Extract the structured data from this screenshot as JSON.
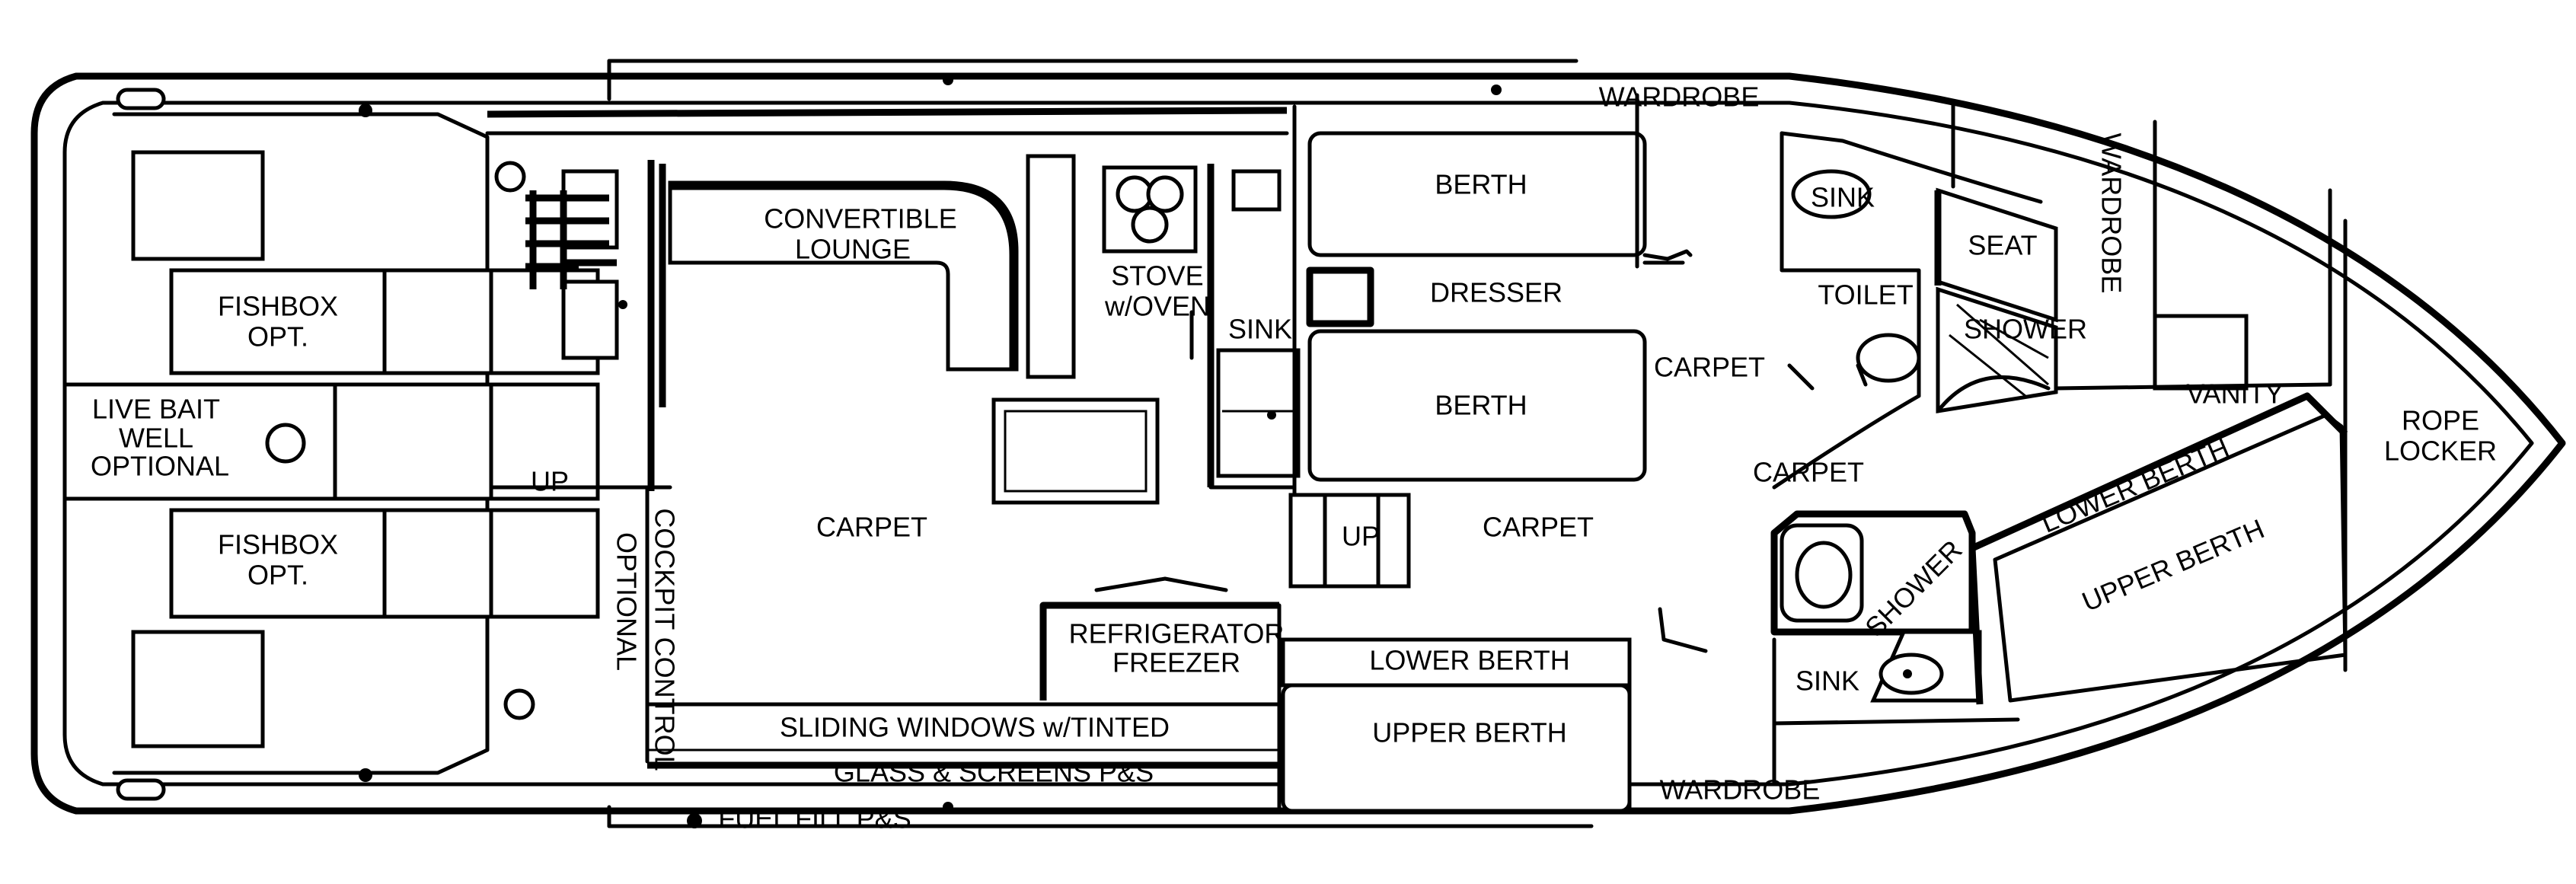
{
  "labels": {
    "wardrobe_top": "WARDROBE",
    "berth_top": "BERTH",
    "convertible_lounge_1": "CONVERTIBLE",
    "convertible_lounge_2": "LOUNGE",
    "stove_1": "STOVE",
    "stove_2": "w/OVEN",
    "sink_galley": "SINK",
    "dresser": "DRESSER",
    "berth_mid": "BERTH",
    "sink_head": "SINK",
    "toilet": "TOILET",
    "seat": "SEAT",
    "shower_fwd": "SHOWER",
    "wardrobe_fwd": "WARDROBE",
    "vanity": "VANITY",
    "rope_locker_1": "ROPE",
    "rope_locker_2": "LOCKER",
    "fishbox_1a": "FISHBOX",
    "fishbox_1b": "OPT.",
    "live_bait_1": "LIVE BAIT",
    "live_bait_2": "WELL",
    "live_bait_3": "OPTIONAL",
    "fishbox_2a": "FISHBOX",
    "fishbox_2b": "OPT.",
    "up_cockpit": "UP",
    "cockpit_control_1": "COCKPIT CONTROL",
    "cockpit_control_2": "OPTIONAL",
    "carpet_salon": "CARPET",
    "carpet_mid": "CARPET",
    "carpet_fwd_1": "CARPET",
    "carpet_fwd_2": "CARPET",
    "up_salon": "UP",
    "refrigerator_1": "REFRIGERATOR",
    "refrigerator_2": "FREEZER",
    "lower_berth_aft": "LOWER BERTH",
    "upper_berth_aft": "UPPER BERTH",
    "lower_berth_fwd": "LOWER BERTH",
    "upper_berth_fwd": "UPPER BERTH",
    "shower_aft": "SHOWER",
    "sink_aft": "SINK",
    "sliding_windows": "SLIDING WINDOWS w/TINTED",
    "glass_screens": "GLASS & SCREENS P&S",
    "fuel_fill": "FUEL FILL P&S",
    "wardrobe_bottom": "WARDROBE"
  }
}
